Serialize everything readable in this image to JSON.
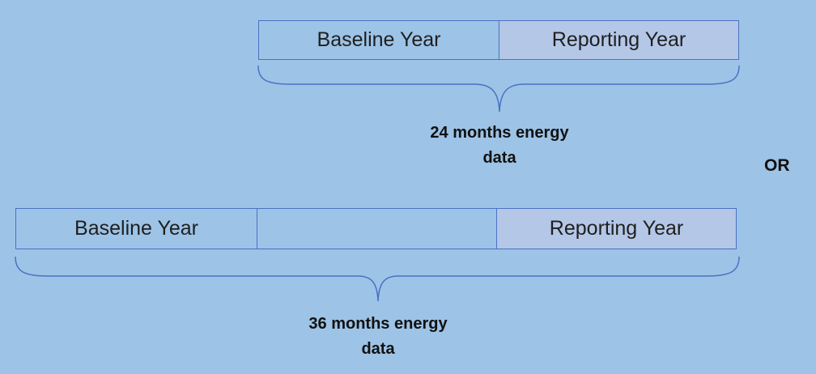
{
  "diagram_top": {
    "cells": {
      "baseline": "Baseline Year",
      "reporting": "Reporting Year"
    },
    "caption_line1": "24 months energy",
    "caption_line2": "data"
  },
  "separator": "OR",
  "diagram_bottom": {
    "cells": {
      "baseline": "Baseline Year",
      "middle": "",
      "reporting": "Reporting Year"
    },
    "caption_line1": "36 months energy",
    "caption_line2": "data"
  },
  "colors": {
    "background": "#9dc3e6",
    "reporting_fill": "#b4c7e7",
    "outline": "#4a72c4"
  }
}
